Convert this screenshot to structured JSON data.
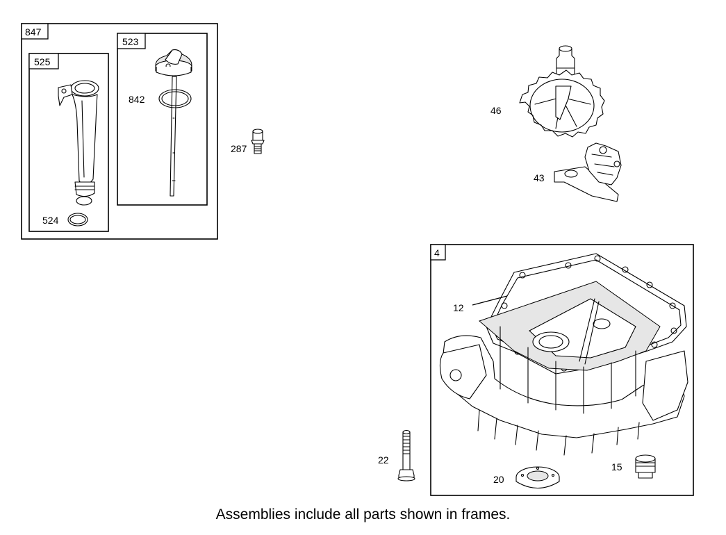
{
  "frames": {
    "f847": "847",
    "f525": "525",
    "f523": "523",
    "f4": "4"
  },
  "callouts": {
    "c524": "524",
    "c842": "842",
    "c287": "287",
    "c46": "46",
    "c43": "43",
    "c12": "12",
    "c22": "22",
    "c20": "20",
    "c15": "15"
  },
  "caption": "Assemblies include all parts shown in frames."
}
